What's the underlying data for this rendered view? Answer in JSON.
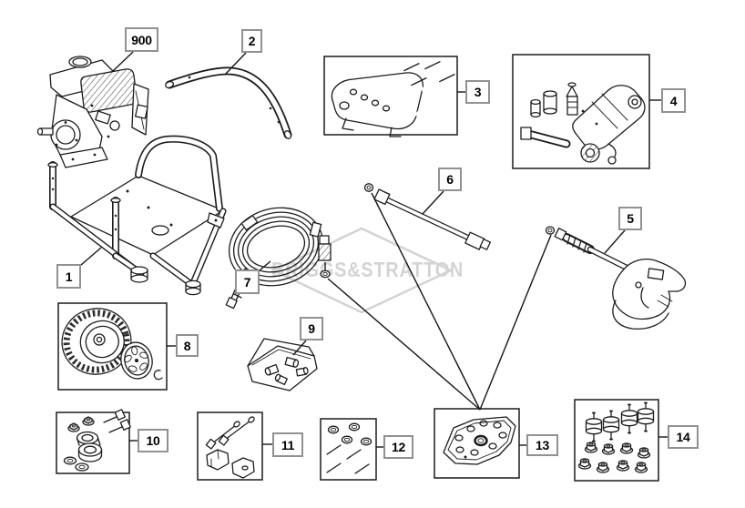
{
  "diagram": {
    "title_watermark": "BRIGGS&STRATTON",
    "callouts": [
      {
        "id": "900",
        "label": "900"
      },
      {
        "id": "2",
        "label": "2"
      },
      {
        "id": "3",
        "label": "3"
      },
      {
        "id": "4",
        "label": "4"
      },
      {
        "id": "5",
        "label": "5"
      },
      {
        "id": "6",
        "label": "6"
      },
      {
        "id": "1",
        "label": "1"
      },
      {
        "id": "7",
        "label": "7"
      },
      {
        "id": "8",
        "label": "8"
      },
      {
        "id": "9",
        "label": "9"
      },
      {
        "id": "10",
        "label": "10"
      },
      {
        "id": "11",
        "label": "11"
      },
      {
        "id": "12",
        "label": "12"
      },
      {
        "id": "13",
        "label": "13"
      },
      {
        "id": "14",
        "label": "14"
      }
    ],
    "colors": {
      "line": "#1c1c1c",
      "callout_border": "#919191",
      "watermark": "#d4d4d4"
    }
  }
}
